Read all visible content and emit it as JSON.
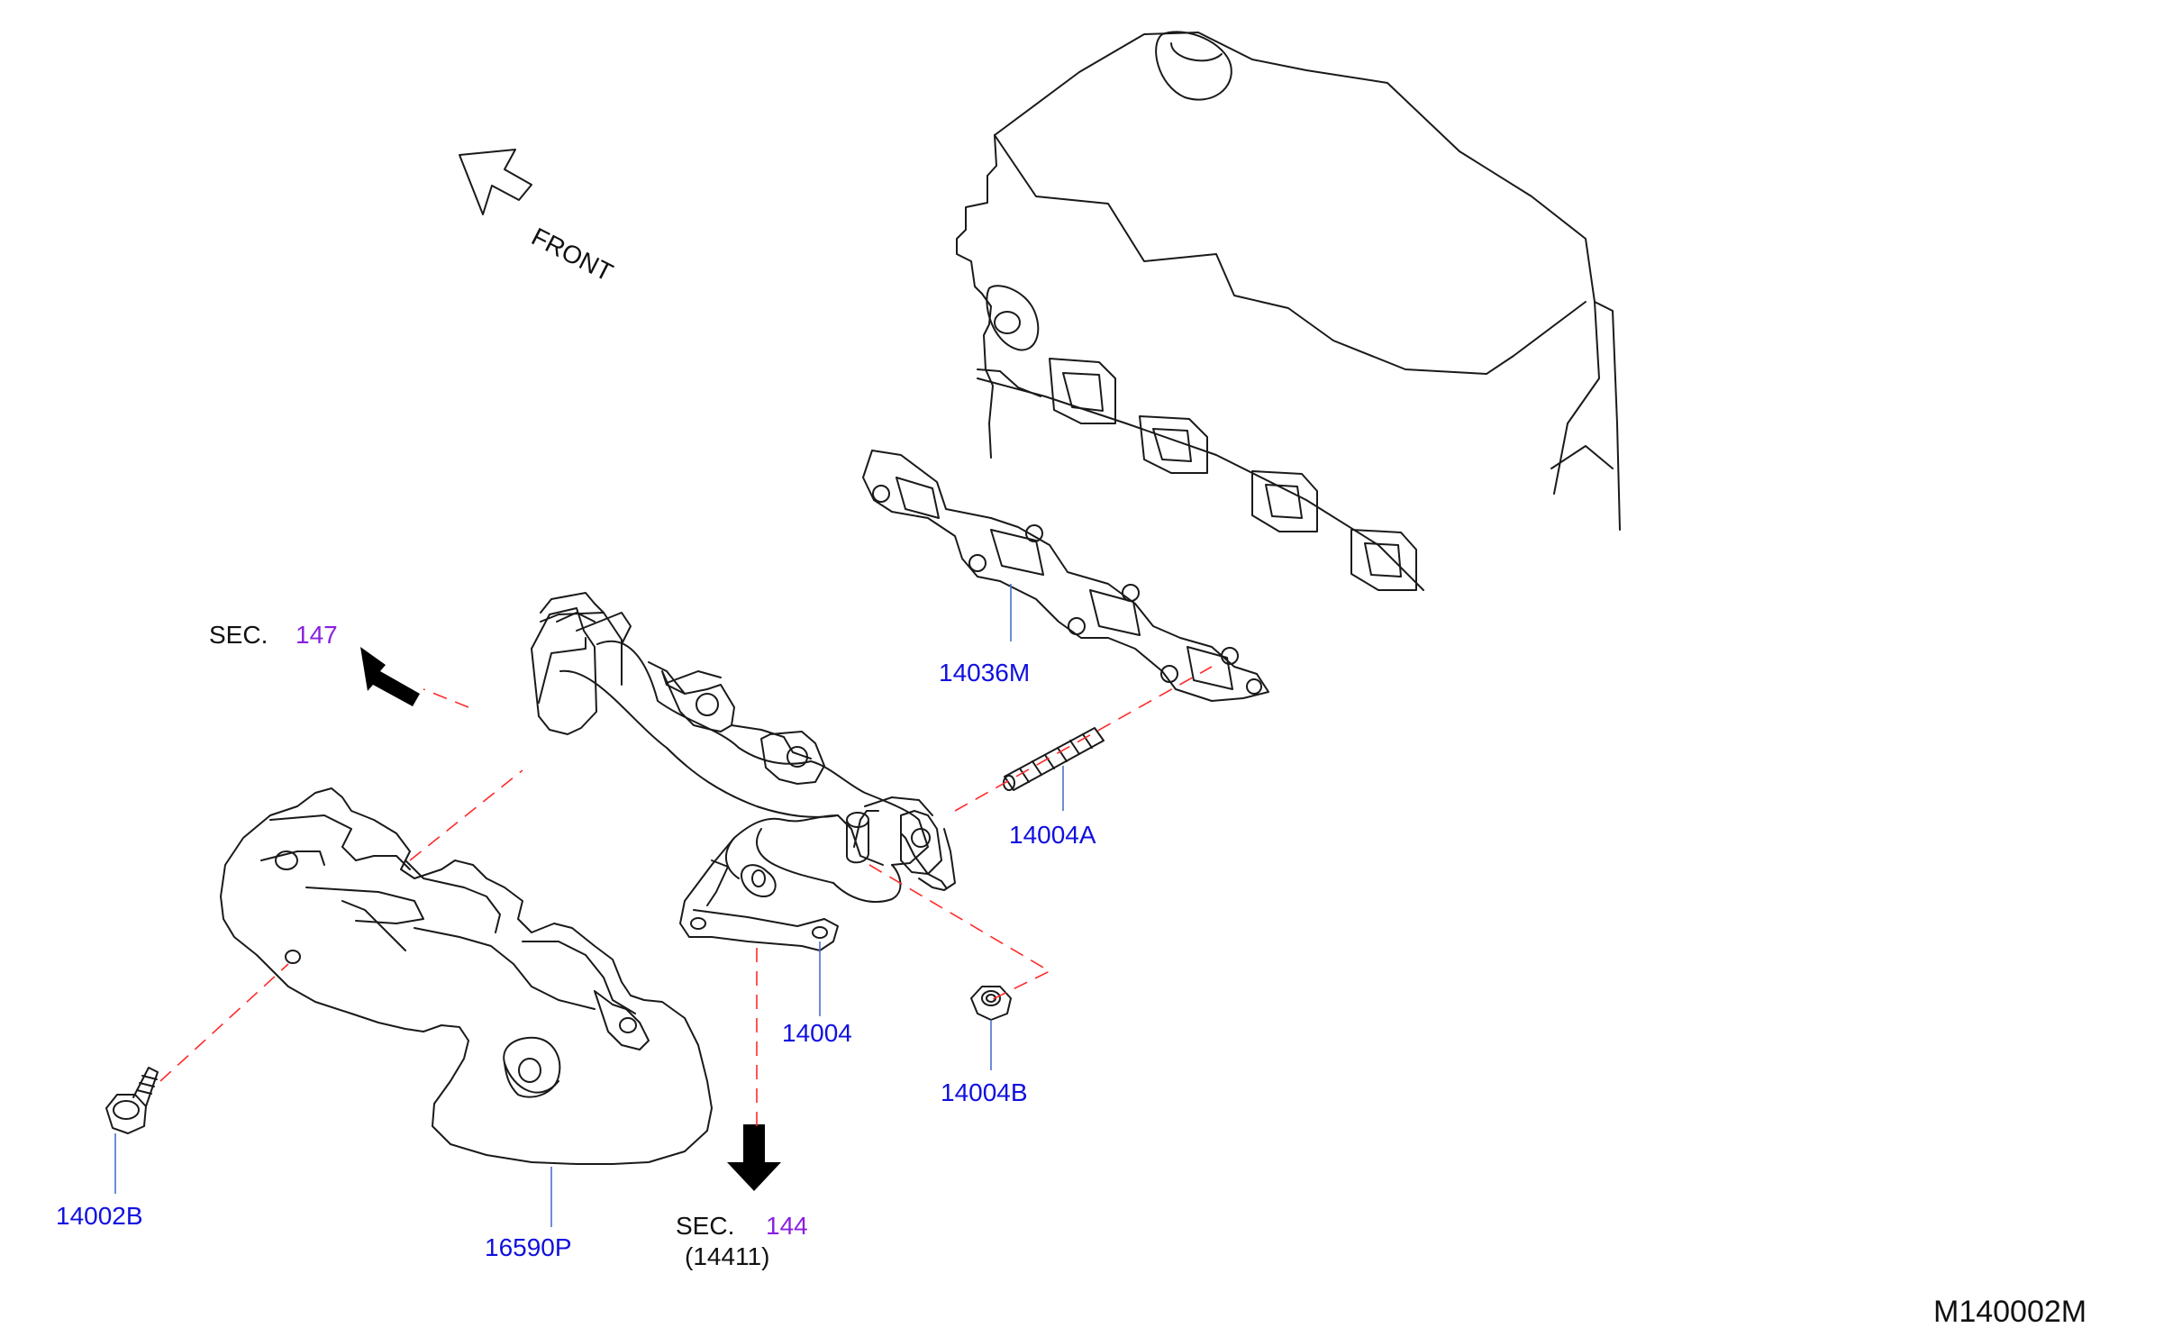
{
  "front_label": "FRONT",
  "diagram_id": "M140002M",
  "sections": {
    "upper": {
      "prefix": "SEC.",
      "number": "147"
    },
    "lower": {
      "prefix": "SEC.",
      "number": "144",
      "sub": "(14411)"
    }
  },
  "parts": [
    {
      "id": "gasket",
      "code": "14036M"
    },
    {
      "id": "stud",
      "code": "14004A"
    },
    {
      "id": "manifold",
      "code": "14004"
    },
    {
      "id": "nut",
      "code": "14004B"
    },
    {
      "id": "bolt",
      "code": "14002B"
    },
    {
      "id": "heat_shield",
      "code": "16590P"
    }
  ],
  "colors": {
    "part_code": "#1010e0",
    "section_number": "#8a20e0",
    "dashed_line": "#ff2a2a",
    "leader_line": "#4a6fd0"
  }
}
